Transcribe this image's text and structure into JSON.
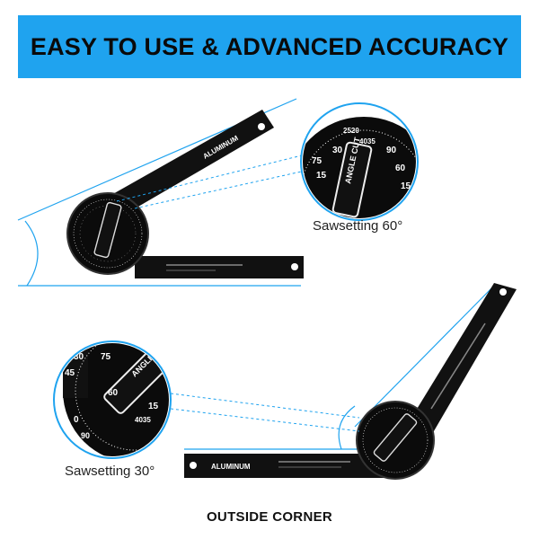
{
  "banner": {
    "title": "EASY TO USE & ADVANCED ACCURACY",
    "background": "#1fa3ef"
  },
  "tool": {
    "brand": "ALUMINUM",
    "dial_label": "ANGLE CUT",
    "scale_marks": [
      "0",
      "15",
      "30",
      "45",
      "60",
      "75",
      "90",
      "2520",
      "4035"
    ],
    "accent": "#1fa3ef",
    "body_color": "#111111"
  },
  "captions": {
    "top": "Sawsetting 60°",
    "bottom": "Sawsetting 30°"
  },
  "footer": {
    "label": "OUTSIDE CORNER"
  }
}
